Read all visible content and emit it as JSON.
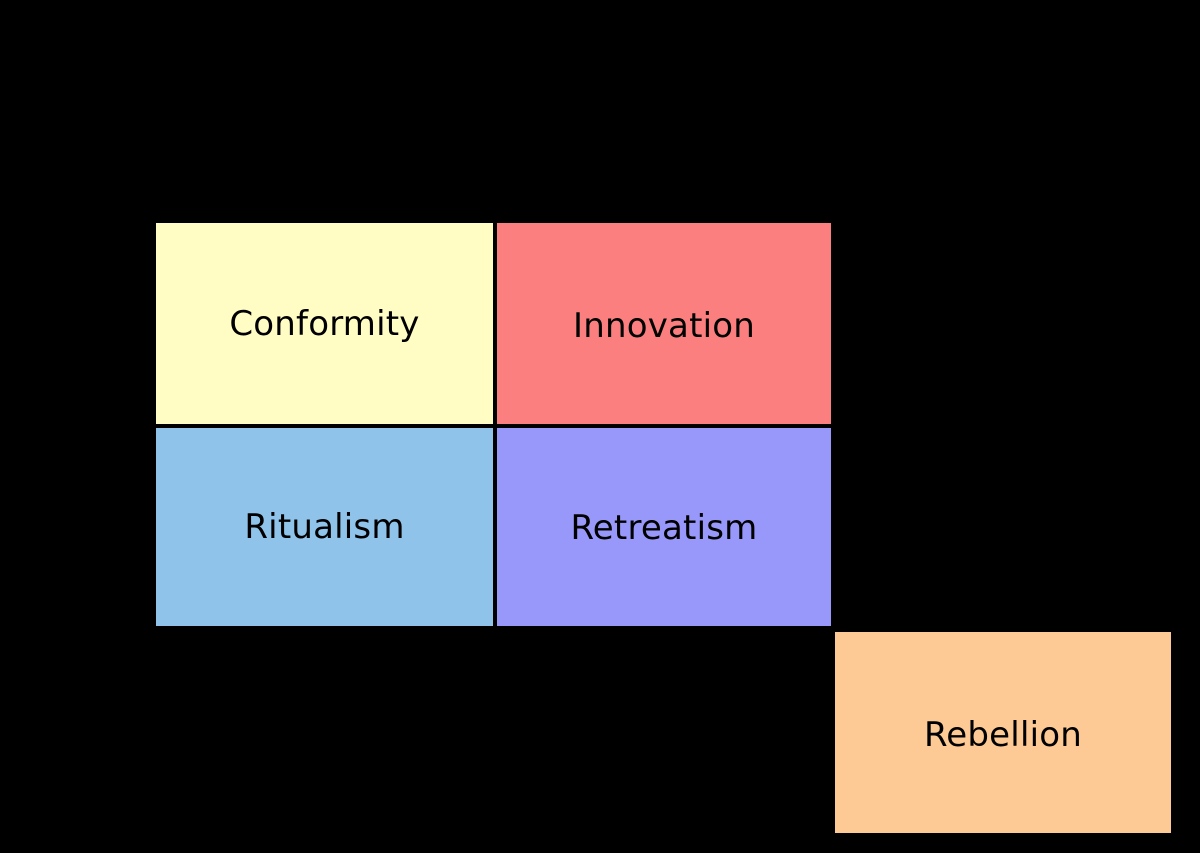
{
  "diagram": {
    "type": "typology-matrix",
    "background_color": "#000000",
    "text_color": "#000000",
    "border_color": "#000000",
    "cells": [
      {
        "id": "conformity",
        "label": "Conformity",
        "color": "#fffcc4",
        "row": 1,
        "column": 1,
        "attached_to_grid": true
      },
      {
        "id": "innovation",
        "label": "Innovation",
        "color": "#fc7f7f",
        "row": 1,
        "column": 2,
        "attached_to_grid": true
      },
      {
        "id": "ritualism",
        "label": "Ritualism",
        "color": "#8fc3ea",
        "row": 2,
        "column": 1,
        "attached_to_grid": true
      },
      {
        "id": "retreatism",
        "label": "Retreatism",
        "color": "#9898fb",
        "row": 2,
        "column": 2,
        "attached_to_grid": true
      },
      {
        "id": "rebellion",
        "label": "Rebellion",
        "color": "#fdc994",
        "row": 3,
        "column": 3,
        "attached_to_grid": false
      }
    ]
  }
}
